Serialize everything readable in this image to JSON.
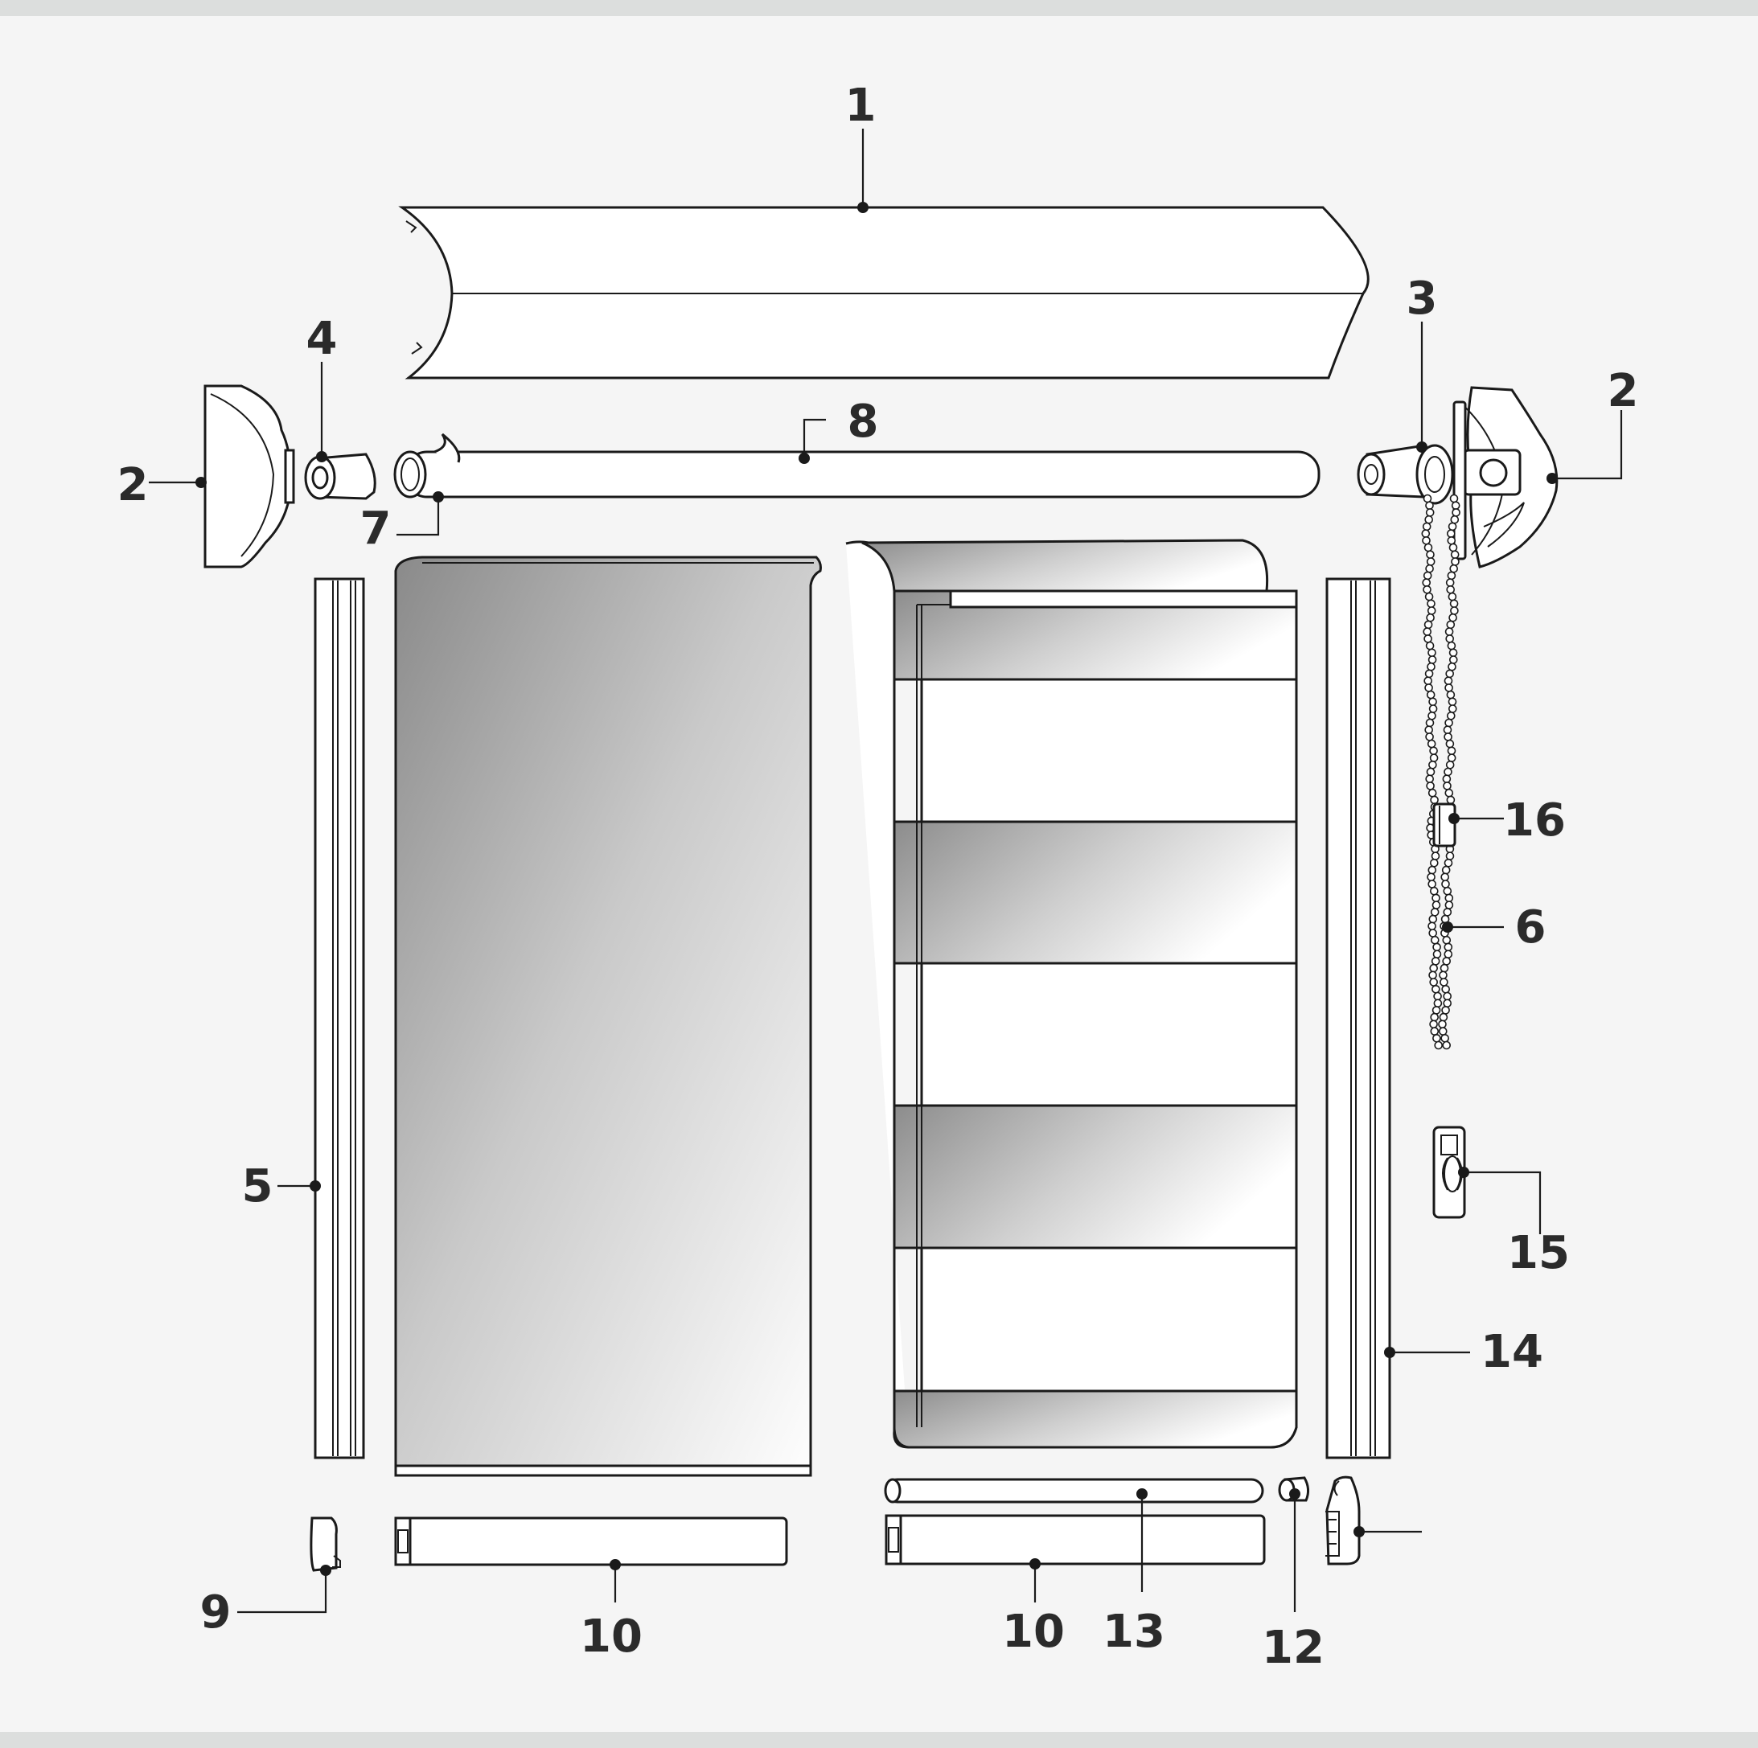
{
  "diagram": {
    "colors": {
      "background": "#f5f5f5",
      "band": "#dcdedd",
      "line": "#1a1a1a",
      "label": "#2b2b2b",
      "fabric_dark": "#8a8a8a"
    },
    "labels": {
      "cassette_cover": "1",
      "end_cap_left": "2",
      "end_cap_right": "2",
      "control_mechanism": "3",
      "idle_end_plug": "4",
      "side_guide_left": "5",
      "bead_chain": "6",
      "fabric_tape": "7",
      "roller_tube": "8",
      "bottom_cap": "9",
      "bottom_rail_left": "10",
      "bottom_rail_right": "10",
      "weight_bar": "13",
      "rail_end_plug": "12",
      "side_guide_right": "14",
      "chain_tensioner": "15",
      "chain_stopper": "16"
    }
  }
}
